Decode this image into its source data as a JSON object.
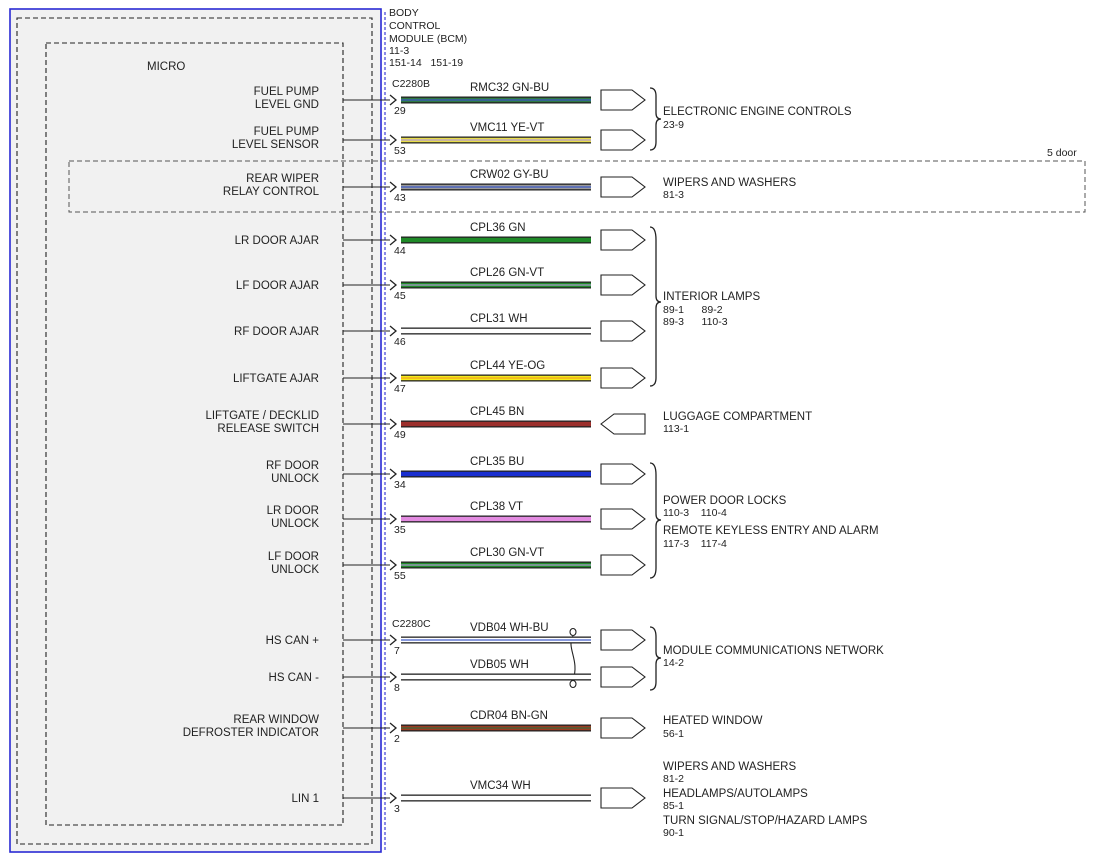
{
  "module": {
    "title_lines": [
      "BODY",
      "CONTROL",
      "MODULE (BCM)"
    ],
    "refs": [
      "11-3",
      "151-14   151-19"
    ],
    "inner_label": "MICRO",
    "variant_label": "5 door"
  },
  "connectors": [
    {
      "id": "C2280B",
      "label": "C2280B"
    },
    {
      "id": "C2280C",
      "label": "C2280C"
    }
  ],
  "signals": [
    {
      "label": [
        "FUEL PUMP",
        "LEVEL GND"
      ],
      "pin": "29",
      "circuit": "RMC32",
      "color_code": "GN-BU",
      "colors": [
        "#2f7a43",
        "#3b57c8"
      ],
      "end": "out"
    },
    {
      "label": [
        "FUEL PUMP",
        "LEVEL SENSOR"
      ],
      "pin": "53",
      "circuit": "VMC11",
      "color_code": "YE-VT",
      "colors": [
        "#e8de4a",
        "#b59ad8"
      ],
      "end": "out"
    },
    {
      "label": [
        "REAR WIPER",
        "RELAY CONTROL"
      ],
      "pin": "43",
      "circuit": "CRW02",
      "color_code": "GY-BU",
      "colors": [
        "#9a9a9a",
        "#3b57c8"
      ],
      "end": "out"
    },
    {
      "label": [
        "LR DOOR AJAR"
      ],
      "pin": "44",
      "circuit": "CPL36",
      "color_code": "GN",
      "colors": [
        "#1f8a28"
      ],
      "end": "out"
    },
    {
      "label": [
        "LF DOOR AJAR"
      ],
      "pin": "45",
      "circuit": "CPL26",
      "color_code": "GN-VT",
      "colors": [
        "#1f8a28",
        "#b59ad8"
      ],
      "end": "out"
    },
    {
      "label": [
        "RF DOOR AJAR"
      ],
      "pin": "46",
      "circuit": "CPL31",
      "color_code": "WH",
      "colors": [
        "#ffffff"
      ],
      "end": "out"
    },
    {
      "label": [
        "LIFTGATE AJAR"
      ],
      "pin": "47",
      "circuit": "CPL44",
      "color_code": "YE-OG",
      "colors": [
        "#f4ec1a",
        "#f0a020"
      ],
      "end": "out"
    },
    {
      "label": [
        "LIFTGATE / DECKLID",
        "RELEASE SWITCH"
      ],
      "pin": "49",
      "circuit": "CPL45",
      "color_code": "BN",
      "colors": [
        "#9c2f2c"
      ],
      "end": "in"
    },
    {
      "label": [
        "RF DOOR",
        "UNLOCK"
      ],
      "pin": "34",
      "circuit": "CPL35",
      "color_code": "BU",
      "colors": [
        "#1a2fd0"
      ],
      "end": "out"
    },
    {
      "label": [
        "LR DOOR",
        "UNLOCK"
      ],
      "pin": "35",
      "circuit": "CPL38",
      "color_code": "VT",
      "colors": [
        "#e28ae0"
      ],
      "end": "out"
    },
    {
      "label": [
        "LF DOOR",
        "UNLOCK"
      ],
      "pin": "55",
      "circuit": "CPL30",
      "color_code": "GN-VT",
      "colors": [
        "#1f8a28",
        "#b59ad8"
      ],
      "end": "out"
    },
    {
      "label": [
        "HS CAN +"
      ],
      "pin": "7",
      "circuit": "VDB04",
      "color_code": "WH-BU",
      "colors": [
        "#ffffff",
        "#3b57c8"
      ],
      "end": "out"
    },
    {
      "label": [
        "HS CAN -"
      ],
      "pin": "8",
      "circuit": "VDB05",
      "color_code": "WH",
      "colors": [
        "#ffffff"
      ],
      "end": "out"
    },
    {
      "label": [
        "REAR WINDOW",
        "DEFROSTER INDICATOR"
      ],
      "pin": "2",
      "circuit": "CDR04",
      "color_code": "BN-GN",
      "colors": [
        "#9c3a22",
        "#3a6a3a"
      ],
      "end": "out"
    },
    {
      "label": [
        "LIN 1"
      ],
      "pin": "3",
      "circuit": "VMC34",
      "color_code": "WH",
      "colors": [
        "#ffffff"
      ],
      "end": "out"
    }
  ],
  "destinations": [
    {
      "name": "ELECTRONIC ENGINE CONTROLS",
      "refs": [
        "23-9"
      ]
    },
    {
      "name": "WIPERS AND WASHERS",
      "refs": [
        "81-3"
      ]
    },
    {
      "name": "INTERIOR LAMPS",
      "refs": [
        "89-1      89-2",
        "89-3      110-3"
      ]
    },
    {
      "name": "LUGGAGE COMPARTMENT",
      "refs": [
        "113-1"
      ]
    },
    {
      "name": "POWER DOOR LOCKS",
      "refs": [
        "110-3    110-4"
      ]
    },
    {
      "name": "REMOTE KEYLESS ENTRY AND ALARM",
      "refs": [
        "117-3    117-4"
      ]
    },
    {
      "name": "MODULE COMMUNICATIONS NETWORK",
      "refs": [
        "14-2"
      ]
    },
    {
      "name": "HEATED WINDOW",
      "refs": [
        "56-1"
      ]
    },
    {
      "name": "WIPERS AND WASHERS",
      "refs": [
        "81-2"
      ]
    },
    {
      "name": "HEADLAMPS/AUTOLAMPS",
      "refs": [
        "85-1"
      ]
    },
    {
      "name": "TURN SIGNAL/STOP/HAZARD LAMPS",
      "refs": [
        "90-1"
      ]
    }
  ]
}
